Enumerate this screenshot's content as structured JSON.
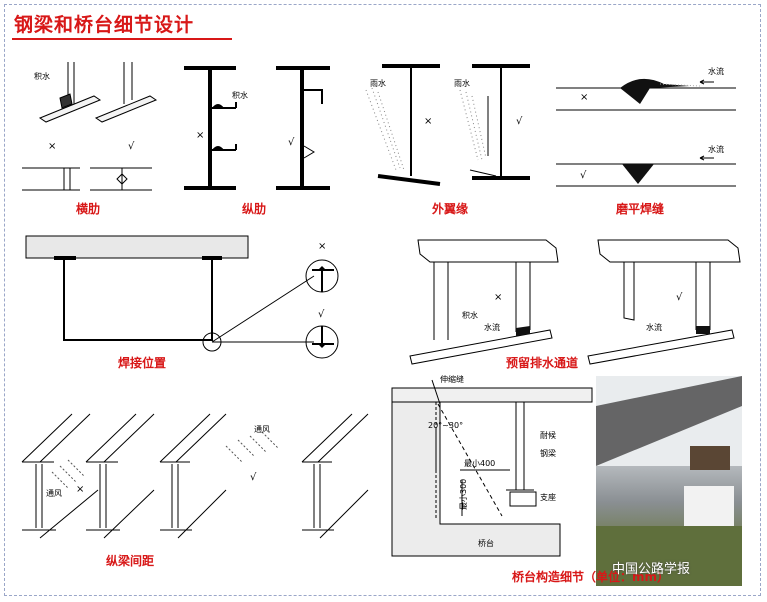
{
  "title": "钢梁和桥台细节设计",
  "panels": {
    "transverse_stiffener": {
      "label": "横肋",
      "water_note": "积水",
      "bad": "×",
      "good": "√"
    },
    "longitudinal_stiffener": {
      "label": "纵肋",
      "water_note": "积水",
      "bad": "×",
      "good": "√"
    },
    "outer_flange": {
      "label": "外翼缘",
      "rain_left": "雨水",
      "rain_right": "雨水",
      "bad": "×",
      "good": "√"
    },
    "ground_weld": {
      "label": "磨平焊缝",
      "flow_top": "水流",
      "flow_bottom": "水流",
      "bad": "×",
      "good": "√"
    },
    "weld_position": {
      "label": "焊接位置",
      "bad": "×",
      "good": "√"
    },
    "drainage_channel": {
      "label": "预留排水通道",
      "water_note": "积水",
      "flow_left": "水流",
      "flow_right": "水流",
      "bad": "×",
      "good": "√"
    },
    "girder_spacing": {
      "label": "纵梁间距",
      "vent_left": "通风",
      "vent_right": "通风",
      "bad": "×",
      "good": "√"
    },
    "abutment_detail": {
      "label": "桥台构造细节（单位：mm）",
      "expansion_joint": "伸缩缝",
      "angle": "20°~30°",
      "weathering_steel": "耐候",
      "steel_beam": "钢梁",
      "min400": "最小400",
      "min300": "最小300",
      "bearing": "支座",
      "abutment": "桥台"
    }
  },
  "watermark": "中国公路学报"
}
